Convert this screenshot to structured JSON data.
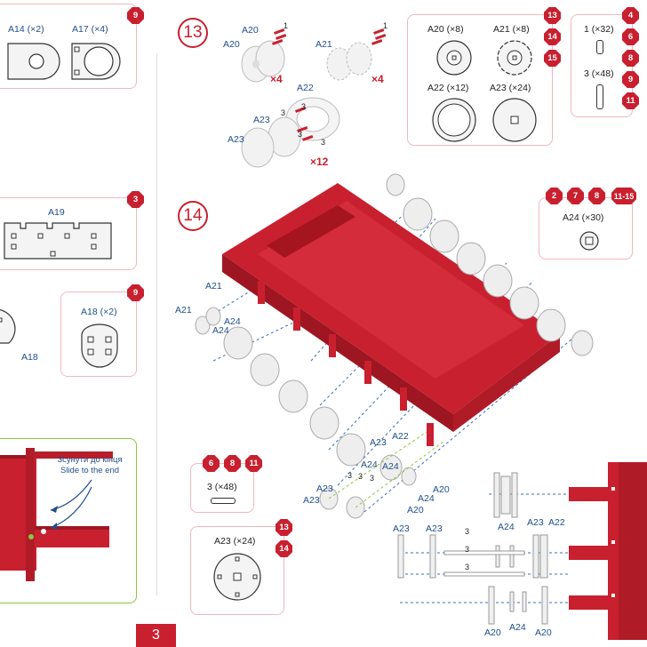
{
  "page_number": "3",
  "colors": {
    "accent": "#c8202f",
    "card_border": "#f1b7bf",
    "green_border": "#8cc63f",
    "label_blue": "#1f4e8c"
  },
  "cards": {
    "a14_a17": {
      "a14": "A14 (×2)",
      "a17": "A17 (×4)",
      "badge": "9"
    },
    "a19": {
      "label": "A19",
      "badge": "3"
    },
    "a18_left": {
      "label": "A18"
    },
    "a18": {
      "label": "A18 (×2)",
      "badge": "9"
    },
    "slide_note": {
      "uk": "Зсунути до кінця",
      "en": "Slide to the end"
    },
    "step13_parts": {
      "a20": "A20 (×8)",
      "a21": "A21 (×8)",
      "a22": "A22 (×12)",
      "a23": "A23 (×24)",
      "badges": [
        "13",
        "14",
        "15"
      ]
    },
    "pins_right": {
      "p1": "1 (×32)",
      "p3": "3 (×48)",
      "badges": [
        "4",
        "6",
        "8",
        "9",
        "11"
      ]
    },
    "a24": {
      "label": "A24 (×30)",
      "badges": [
        "2",
        "7",
        "8",
        "11-15"
      ]
    },
    "pin3_bottom": {
      "label": "3 (×48)",
      "badges": [
        "6",
        "8",
        "11"
      ]
    },
    "a23_bottom": {
      "label": "A23 (×24)",
      "badges": [
        "13",
        "14"
      ]
    }
  },
  "step13": {
    "number": "13",
    "labels": {
      "a20_top": "A20",
      "a20_side": "A20",
      "a21": "A21",
      "a22": "A22",
      "a23_top": "A23",
      "a23_bottom": "A23"
    },
    "pin_counts": {
      "one_a": "1",
      "one_b": "1",
      "three_a": "3",
      "three_b": "3",
      "three_c": "3",
      "three_d": "3"
    },
    "multipliers": {
      "a20": "×4",
      "a21": "×4",
      "a22": "×12"
    }
  },
  "step14": {
    "number": "14",
    "labels": {
      "a21_top": "A21",
      "a21_left": "A21",
      "a24_a": "A24",
      "a24_b": "A24"
    },
    "bottom_labels": {
      "a23_a": "A23",
      "a22": "A22",
      "a24_a": "A24",
      "a24_b": "A24",
      "a23_b": "A23",
      "a20_a": "A20",
      "a24_c": "A24",
      "a20_b": "A20",
      "a23_c": "A23",
      "three_a": "3",
      "three_b": "3",
      "three_c": "3"
    }
  },
  "detail": {
    "a23_left": "A23",
    "a23_mid": "A23",
    "three_a": "3",
    "a24_top": "A24",
    "a23_right": "A23",
    "a22": "A22",
    "three_b": "3",
    "three_c": "3",
    "a20_left": "A20",
    "a24_bottom": "A24",
    "a20_right": "A20"
  }
}
